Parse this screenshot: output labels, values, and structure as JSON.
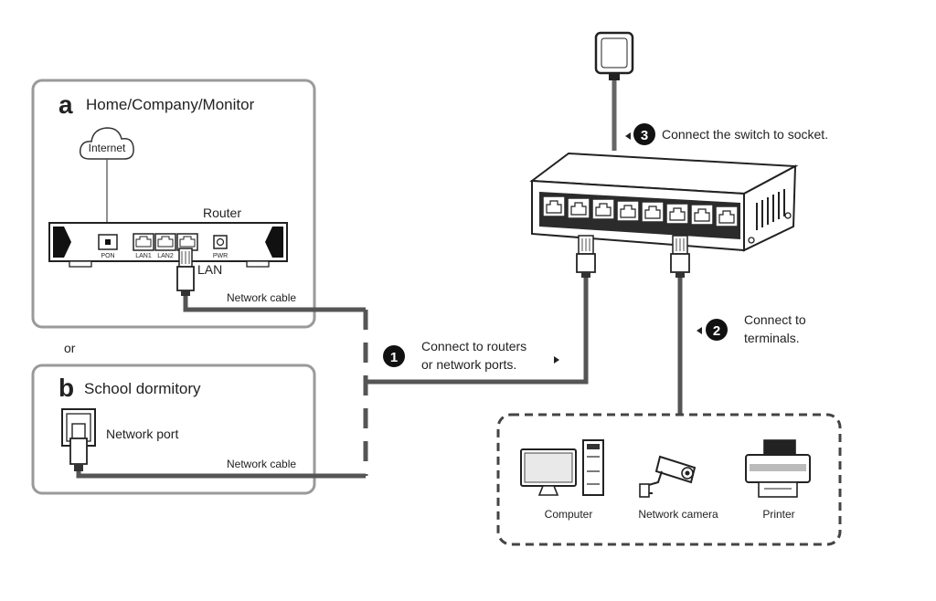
{
  "panel_a": {
    "letter": "a",
    "title": "Home/Company/Monitor",
    "cloud_label": "Internet",
    "router_label": "Router",
    "port_labels": {
      "pon": "PON",
      "lan1": "LAN1",
      "lan2": "LAN2",
      "pwr": "PWR"
    },
    "lan_label": "LAN",
    "cable_label": "Network cable"
  },
  "or_label": "or",
  "panel_b": {
    "letter": "b",
    "title": "School dormitory",
    "port_label": "Network port",
    "cable_label": "Network cable"
  },
  "steps": [
    {
      "number": "1",
      "line1": "Connect to routers",
      "line2": "or network ports."
    },
    {
      "number": "2",
      "line1": "Connect to",
      "line2": "terminals."
    },
    {
      "number": "3",
      "line1": "Connect the switch to socket.",
      "line2": ""
    }
  ],
  "terminals": [
    {
      "label": "Computer",
      "icon": "computer-icon"
    },
    {
      "label": "Network camera",
      "icon": "network-camera-icon"
    },
    {
      "label": "Printer",
      "icon": "printer-icon"
    }
  ]
}
